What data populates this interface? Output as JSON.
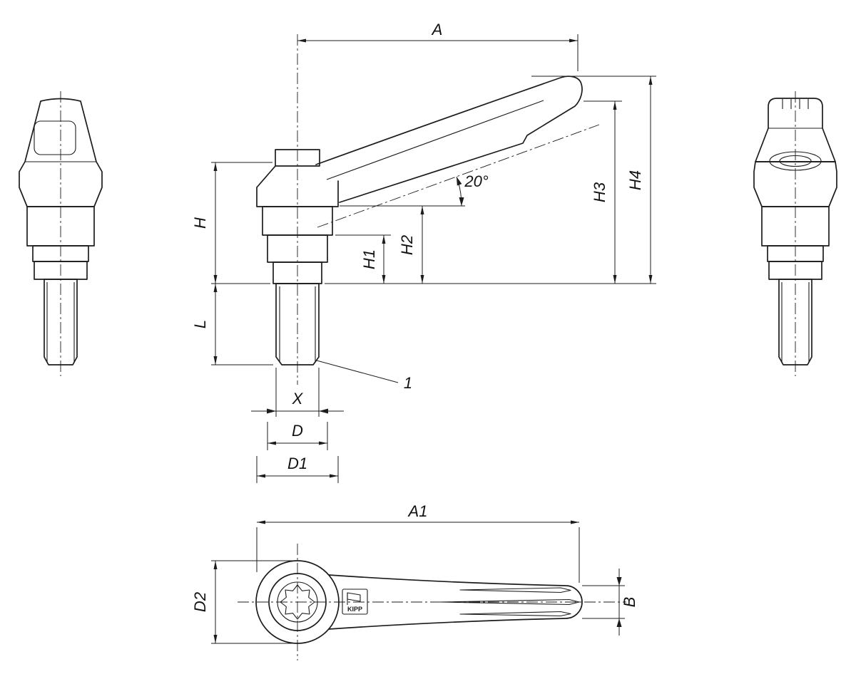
{
  "page": {
    "background": "#ffffff",
    "line_color": "#1c1c1c"
  },
  "drawing": {
    "dimensions": {
      "a": "A",
      "a1": "A1",
      "b": "B",
      "d": "D",
      "d1": "D1",
      "d2": "D2",
      "h": "H",
      "h1": "H1",
      "h2": "H2",
      "h3": "H3",
      "h4": "H4",
      "l": "L",
      "x": "X",
      "angle": "20°",
      "callout": "1"
    },
    "logo_text": "KIPP"
  }
}
